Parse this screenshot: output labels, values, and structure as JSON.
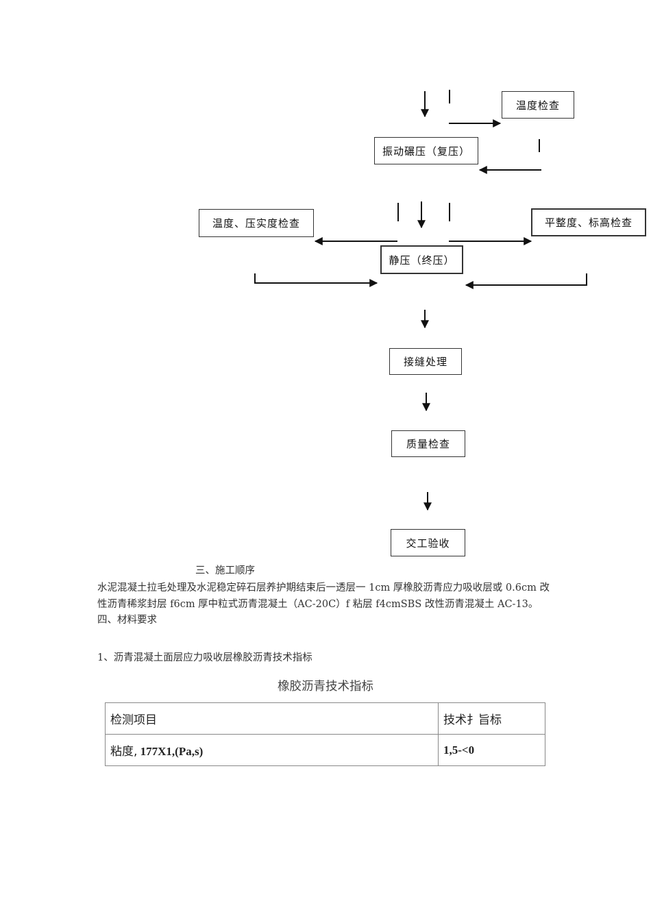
{
  "flowchart": {
    "nodes": {
      "temp_check": "温度检查",
      "vibratory_roll": "振动碾压（复压）",
      "temp_compaction_check": "温度、压实度检查",
      "flatness_check": "平整度、标高检查",
      "static_roll": "静压（终压）",
      "joint_treatment": "接缝处理",
      "quality_check": "质量检查",
      "handover": "交工验收"
    }
  },
  "section3": {
    "heading": "三、施工顺序",
    "paragraph": "水泥混凝土拉毛处理及水泥稳定碎石层养护期结束后一透层一 1cm 厚橡胶沥青应力吸收层或 0.6cm 改性沥青稀浆封层 f6cm 厚中粒式沥青混凝土（AC-20C）f 粘层 f4cmSBS 改性沥青混凝土 AC-13。四、材料要求"
  },
  "item1": "1、沥青混凝土面层应力吸收层橡胶沥青技术指标",
  "table": {
    "title": "橡胶沥青技术指标",
    "header": {
      "col1": "检测项目",
      "col2": "技术扌旨标"
    },
    "rows": [
      {
        "label_cn": "粘度,",
        "label_num": " 177X1,(Pa,s)",
        "value": "1,5-<0"
      }
    ]
  }
}
